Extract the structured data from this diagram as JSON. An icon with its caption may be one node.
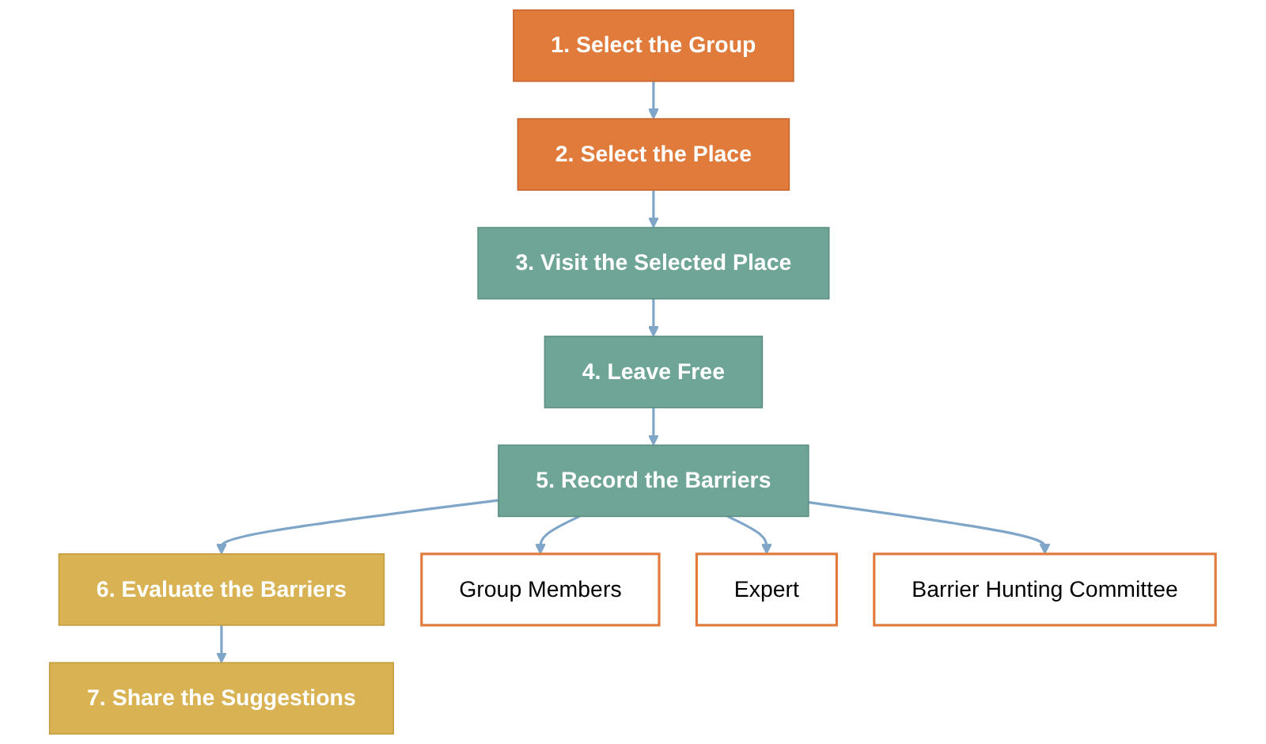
{
  "diagram": {
    "nodes": [
      {
        "text": [
          "1. Select the Group"
        ]
      },
      {
        "text": [
          "2. Select the Place"
        ]
      },
      {
        "text": [
          "3. Visit the Selected Place"
        ]
      },
      {
        "text": [
          "4. Leave Free"
        ]
      },
      {
        "text": [
          "5. Record the Barriers"
        ]
      },
      {
        "text": [
          "6. Evaluate the Barriers"
        ]
      },
      {
        "text": [
          "7. Share the Suggestions"
        ]
      },
      {
        "text": [
          "Group Members"
        ]
      },
      {
        "text": [
          "Expert"
        ]
      },
      {
        "text": [
          "Barrier Hunting Committee"
        ]
      }
    ],
    "edges": [
      {
        "from": 0,
        "to": 1,
        "arrow": "to"
      },
      {
        "from": 1,
        "to": 2,
        "arrow": "to"
      },
      {
        "from": 2,
        "to": 3,
        "arrow": "to"
      },
      {
        "from": 3,
        "to": 4,
        "arrow": "to"
      },
      {
        "from": 4,
        "to": 5,
        "arrow": "to"
      },
      {
        "from": 5,
        "to": 6,
        "arrow": "to"
      },
      {
        "from": 4,
        "to": 7,
        "arrow": "to"
      },
      {
        "from": 4,
        "to": 8,
        "arrow": "to"
      },
      {
        "from": 4,
        "to": 9,
        "arrow": "to"
      }
    ]
  }
}
